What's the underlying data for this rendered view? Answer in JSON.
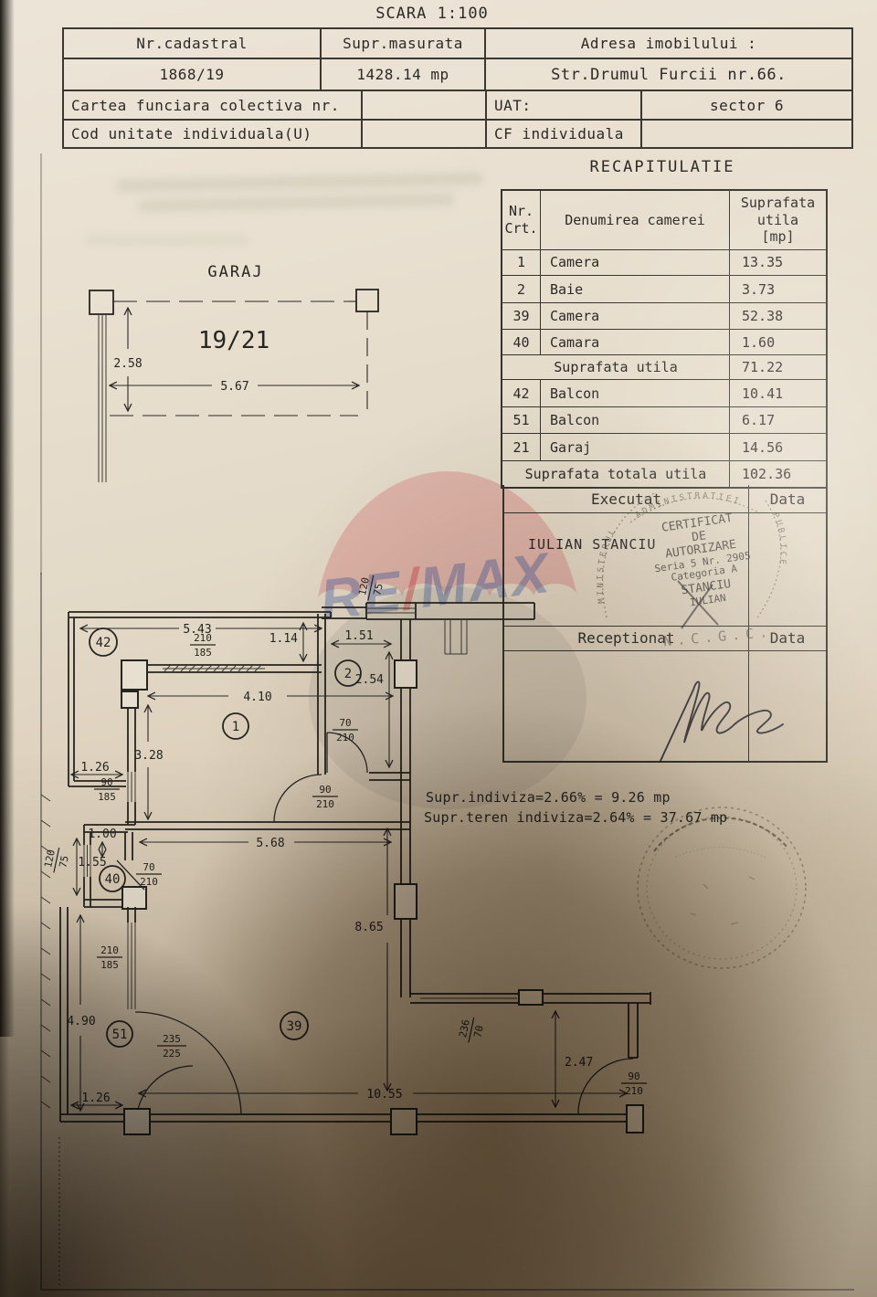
{
  "scale_title": "SCARA 1:100",
  "header": {
    "c1_label": "Nr.cadastral",
    "c1_value": "1868/19",
    "c2_label": "Supr.masurata",
    "c2_value": "1428.14 mp",
    "c3_label": "Adresa imobilului :",
    "c3_value": "Str.Drumul Furcii nr.66.",
    "carte_label": "Cartea funciara colectiva nr.",
    "uat_label": "UAT:",
    "uat_value": "sector 6",
    "cod_label": "Cod unitate individuala(U)",
    "cf_label": "CF individuala"
  },
  "recap": {
    "title": "RECAPITULATIE",
    "col_nr_1": "Nr.",
    "col_nr_2": "Crt.",
    "col_name": "Denumirea camerei",
    "col_area_1": "Suprafata",
    "col_area_2": "utila",
    "col_area_3": "[mp]",
    "rows": [
      {
        "nr": "1",
        "name": "Camera",
        "area": "13.35"
      },
      {
        "nr": "2",
        "name": "Baie",
        "area": "3.73"
      },
      {
        "nr": "39",
        "name": "Camera",
        "area": "52.38"
      },
      {
        "nr": "40",
        "name": "Camara",
        "area": "1.60"
      },
      {
        "nr": "",
        "name": "Suprafata utila",
        "area": "71.22"
      },
      {
        "nr": "42",
        "name": "Balcon",
        "area": "10.41"
      },
      {
        "nr": "51",
        "name": "Balcon",
        "area": "6.17"
      },
      {
        "nr": "21",
        "name": "Garaj",
        "area": "14.56"
      },
      {
        "nr": "",
        "name": "Suprafata totala utila",
        "area": "102.36"
      }
    ]
  },
  "signoff": {
    "executat_label": "Executat",
    "executat_data_label": "Data",
    "executat_name": "IULIAN STANCIU",
    "receptionat_label": "Receptionat",
    "receptionat_data_label": "Data",
    "receptionat_stamp": "N.C.G.C.",
    "cert_stamp": {
      "l1": "CERTIFICAT",
      "l2": "DE",
      "l3": "AUTORIZARE",
      "l4": "Seria 5 Nr. 2905",
      "l5": "Categoria A",
      "l6": "STANCIU",
      "l7": "IULIAN"
    },
    "arc_left": "MINISTERUL",
    "arc_top": "ADMINISTRATIEI",
    "arc_right": "PUBLICE"
  },
  "garage": {
    "title": "GARAJ",
    "unit_label": "19/21",
    "height_dim": "2.58",
    "width_dim": "5.67"
  },
  "plan": {
    "rooms": {
      "r42": "42",
      "r1": "1",
      "r2": "2",
      "r40": "40",
      "r51": "51",
      "r39": "39"
    },
    "dims": {
      "d543": "5.43",
      "d114": "1.14",
      "d151": "1.51",
      "d254": "2.54",
      "d410": "4.10",
      "d328": "3.28",
      "d126a": "1.26",
      "d100": "1.00",
      "d155": "1.55",
      "d568": "5.68",
      "d865": "8.65",
      "d490": "4.90",
      "d1055": "10.55",
      "d126b": "1.26",
      "d247": "2.47"
    },
    "fr": {
      "fa": {
        "num": "210",
        "den": "185"
      },
      "fb": {
        "num": "90",
        "den": "185"
      },
      "fc": {
        "num": "90",
        "den": "210"
      },
      "fd": {
        "num": "70",
        "den": "210"
      },
      "fe": {
        "num": "120",
        "den": "75"
      },
      "ff": {
        "num": "120",
        "den": "75"
      },
      "fg": {
        "num": "70",
        "den": "210"
      },
      "fh": {
        "num": "210",
        "den": "185"
      },
      "fi": {
        "num": "235",
        "den": "225"
      },
      "fj": {
        "num": "236",
        "den": "70"
      },
      "fk": {
        "num": "90",
        "den": "210"
      }
    },
    "notes": {
      "line1": "Supr.indiviza=2.66% =  9.26  mp",
      "line2": "Supr.teren indiviza=2.64% =  37.67  mp"
    }
  },
  "watermark": {
    "re": "RE",
    "slash": "/",
    "max": "MAX",
    "blue": "#2d4f9e",
    "red": "#cf3a44"
  }
}
